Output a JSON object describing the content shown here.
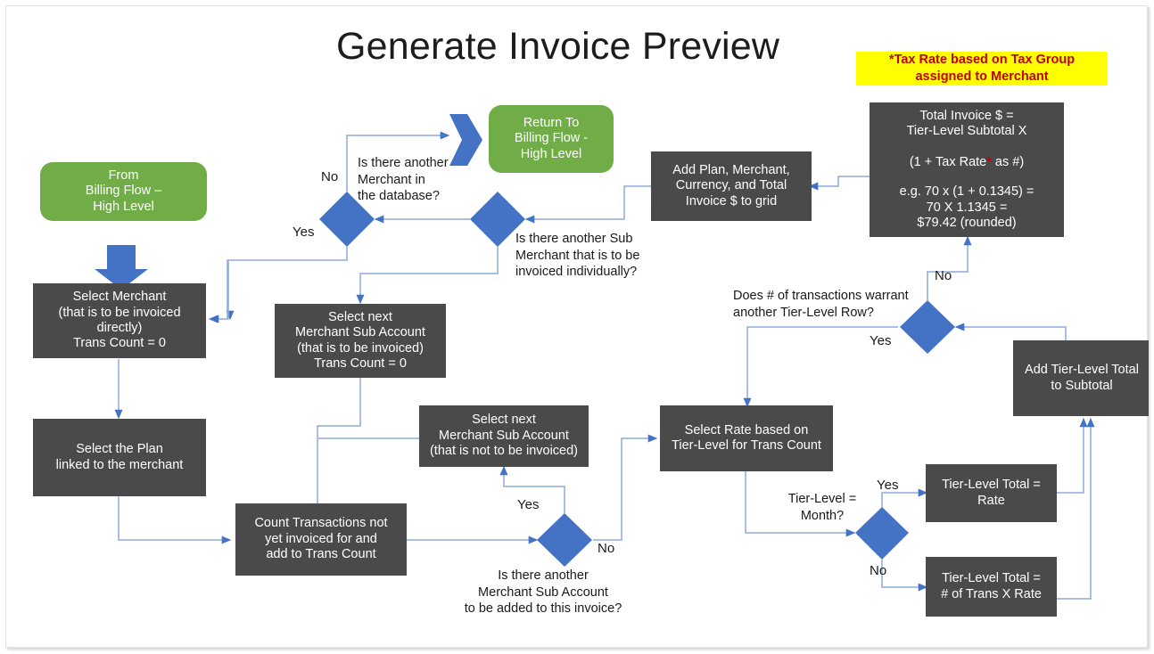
{
  "title": "Generate Invoice Preview",
  "tax_note": "*Tax Rate based on Tax Group\nassigned to Merchant",
  "colors": {
    "process": "#4a4a4a",
    "terminator": "#70ad47",
    "decision": "#4472c4",
    "connector": "#8faadc",
    "connector_dark": "#4472c4",
    "highlight": "#ffff00",
    "note_text": "#c00000",
    "background": "#ffffff"
  },
  "nodes": {
    "from_billing_flow": "From\nBilling Flow –\nHigh Level",
    "return_billing_flow": "Return To\nBilling Flow -\nHigh Level",
    "select_merchant": "Select Merchant\n(that is to be invoiced\ndirectly)\nTrans Count = 0",
    "select_plan": "Select the Plan\nlinked to the merchant",
    "select_next_sub_invoiced": "Select next\nMerchant Sub Account\n(that is to be invoiced)\nTrans Count = 0",
    "select_next_sub_not_invoiced": "Select next\nMerchant Sub Account\n(that is not to be invoiced)",
    "count_transactions": "Count Transactions not\nyet invoiced for and\nadd to Trans Count",
    "select_rate": "Select Rate based on\nTier-Level for Trans Count",
    "tier_total_rate": "Tier-Level Total  =\nRate",
    "tier_total_trans_rate": "Tier-Level Total  =\n# of Trans X Rate",
    "add_tier_total_subtotal": "Add Tier-Level Total\nto Subtotal",
    "add_to_grid": "Add Plan, Merchant,\nCurrency, and Total\nInvoice $ to grid",
    "total_invoice_line1": "Total Invoice $ =",
    "total_invoice_line2": "Tier-Level Subtotal  X",
    "total_invoice_line3a": "(1 + Tax Rate",
    "total_invoice_line3b": " as #)",
    "total_invoice_star": "*",
    "total_invoice_eg": "e.g. 70 x (1 + 0.1345) =\n70 X 1.1345 =\n$79.42 (rounded)"
  },
  "decisions": {
    "another_merchant": "Is there another\nMerchant in\nthe database?",
    "another_sub_merchant": "Is there another Sub\nMerchant that is to be\ninvoiced individually?",
    "another_sub_account": "Is there another\nMerchant Sub Account\nto be added to this invoice?",
    "another_tier_row": "Does # of transactions warrant\nanother Tier-Level Row?",
    "tier_level_month": "Tier-Level =\nMonth?"
  },
  "edge_labels": {
    "merchant_no": "No",
    "merchant_yes": "Yes",
    "sub_account_yes": "Yes",
    "sub_account_no": "No",
    "tier_row_no": "No",
    "tier_row_yes": "Yes",
    "month_yes": "Yes",
    "month_no": "No"
  }
}
